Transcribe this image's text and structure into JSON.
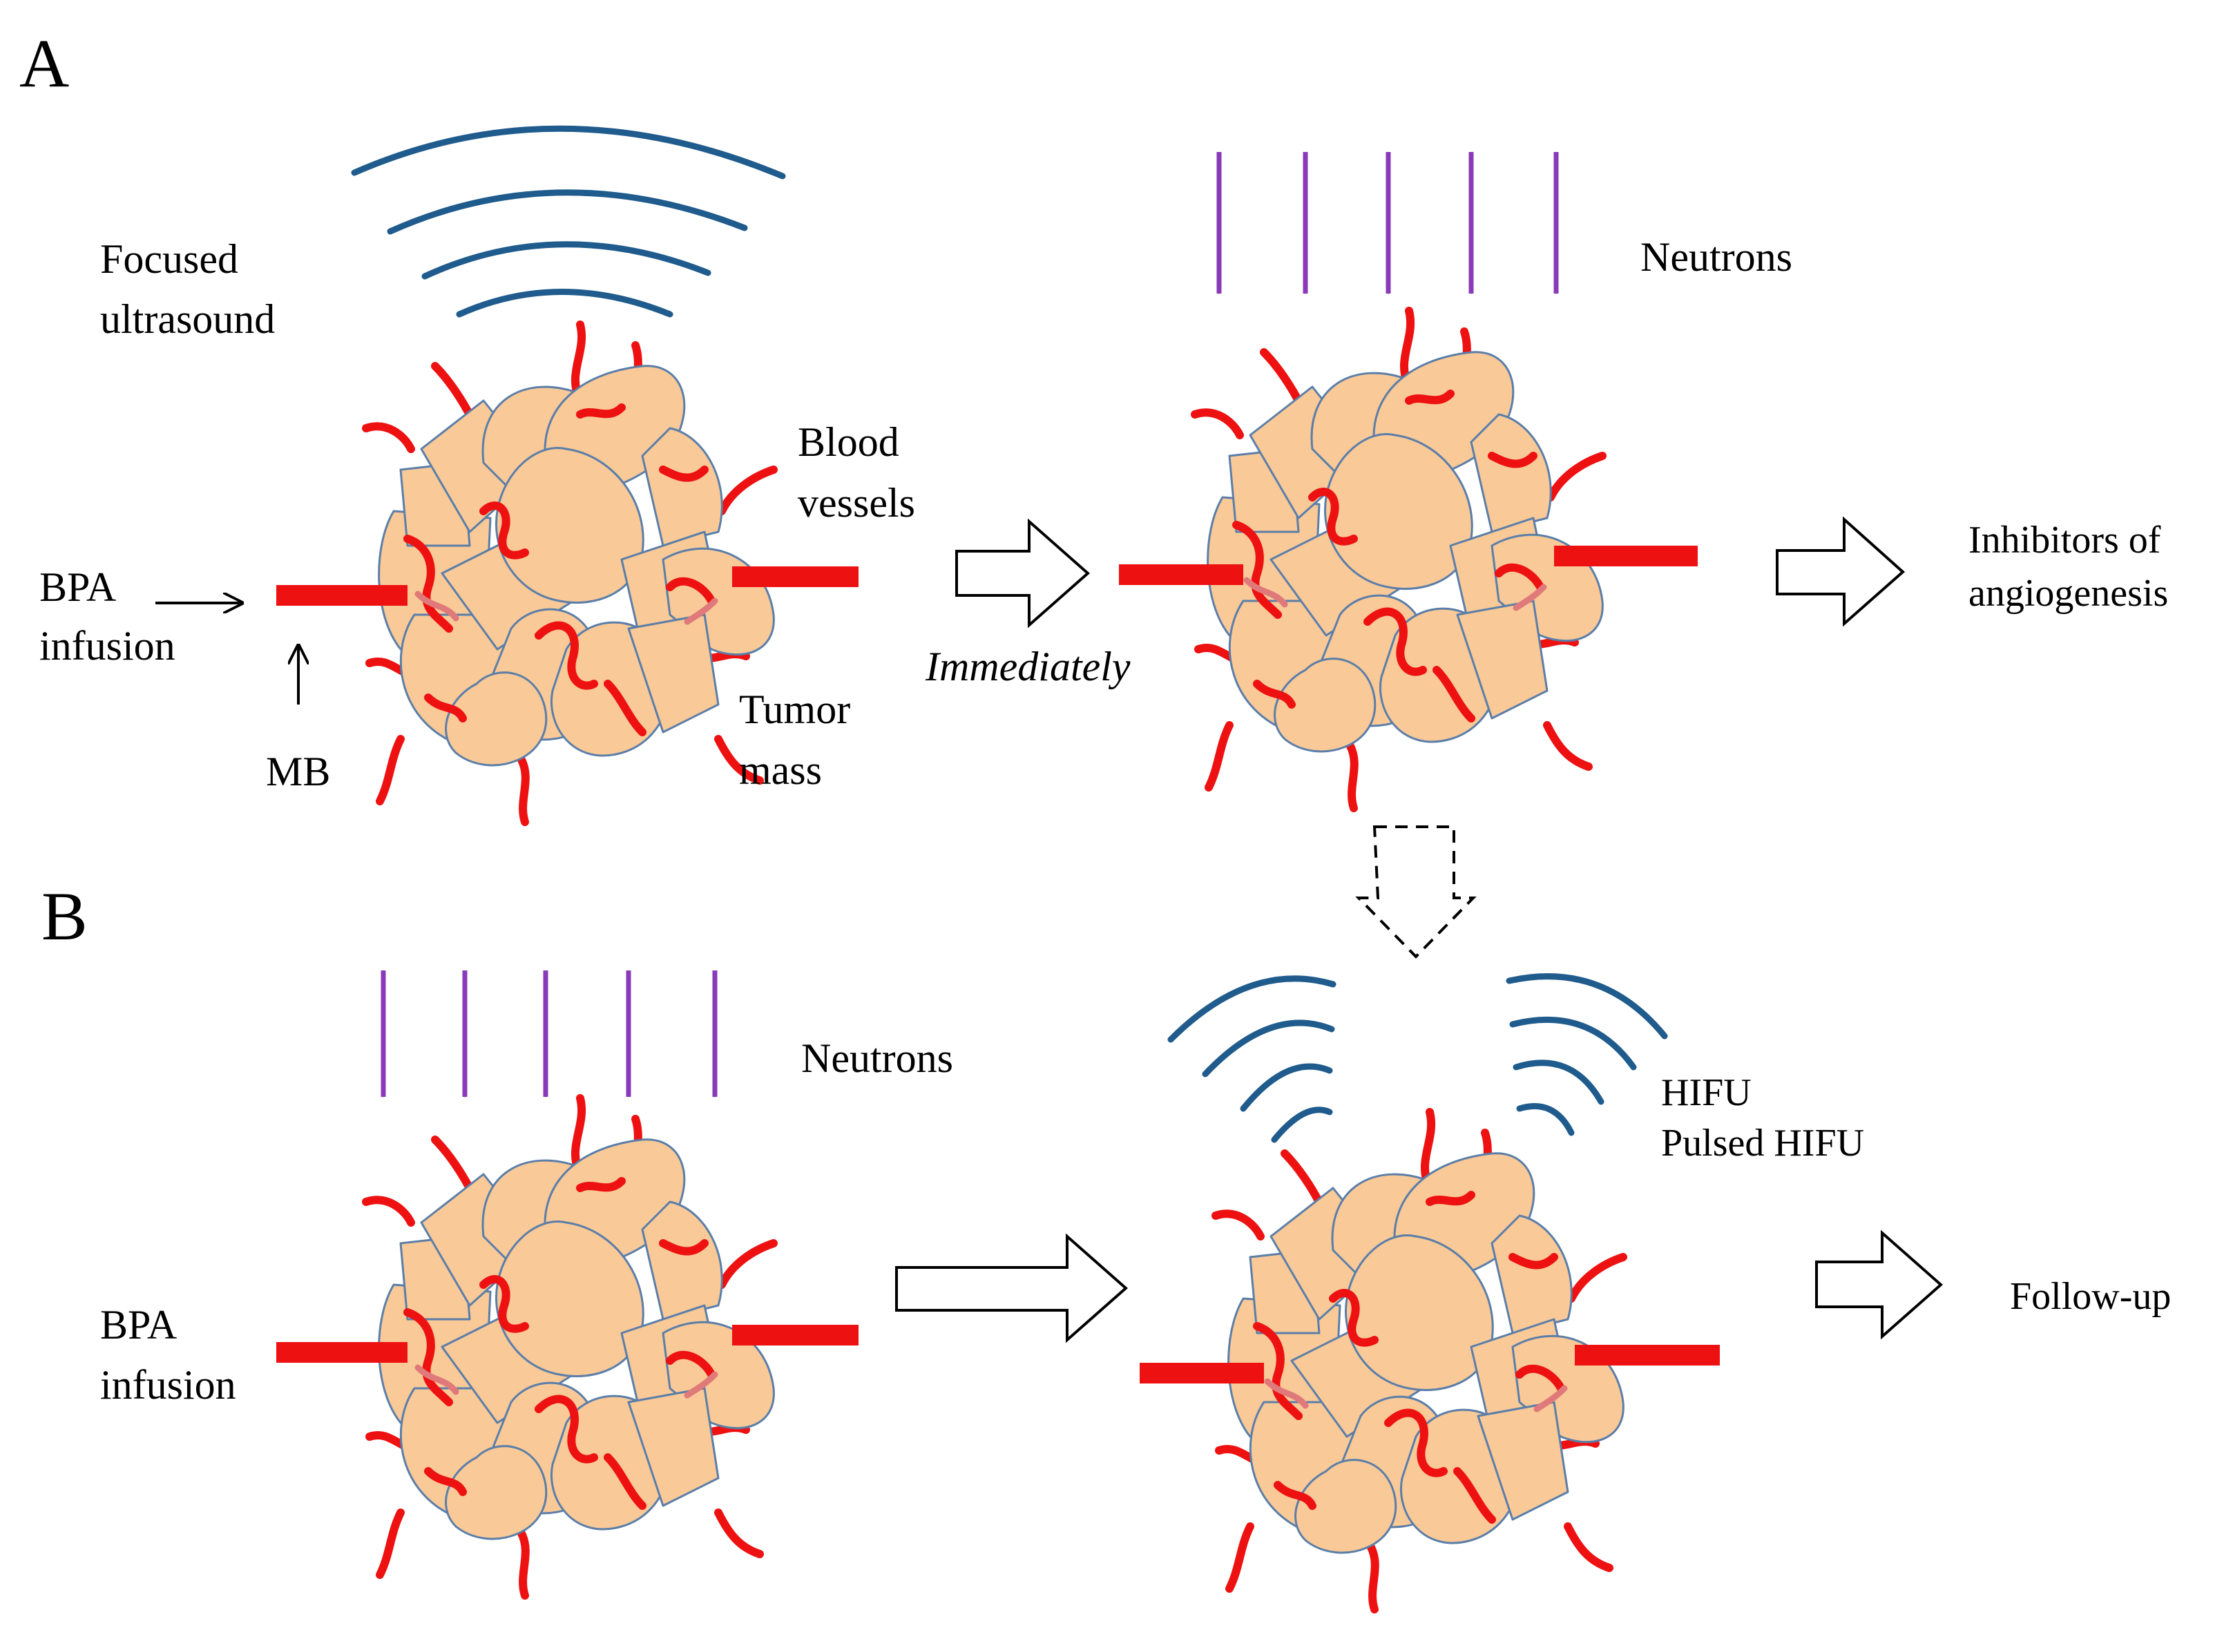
{
  "panel_a": {
    "letter": "A",
    "labels": {
      "focused_ultrasound": [
        "Focused",
        "ultrasound"
      ],
      "blood_vessels": [
        "Blood",
        "vessels"
      ],
      "bpa_infusion": [
        "BPA",
        "infusion"
      ],
      "mb": "MB",
      "tumor_mass": [
        "Tumor",
        "mass"
      ],
      "immediately": "Immediately",
      "neutrons": "Neutrons",
      "inhibitors": [
        "Inhibitors of",
        "angiogenesis"
      ]
    }
  },
  "panel_b": {
    "letter": "B",
    "labels": {
      "neutrons": "Neutrons",
      "bpa_infusion": [
        "BPA",
        "infusion"
      ],
      "hifu": [
        "HIFU",
        "Pulsed HIFU"
      ],
      "follow_up": "Follow-up"
    }
  },
  "colors": {
    "tissue": "#f9c998",
    "tissue_outline": "#5b7ea8",
    "vessel": "#ee1111",
    "neutron": "#8a3ab8",
    "ultrasound": "#1f5b8c"
  }
}
